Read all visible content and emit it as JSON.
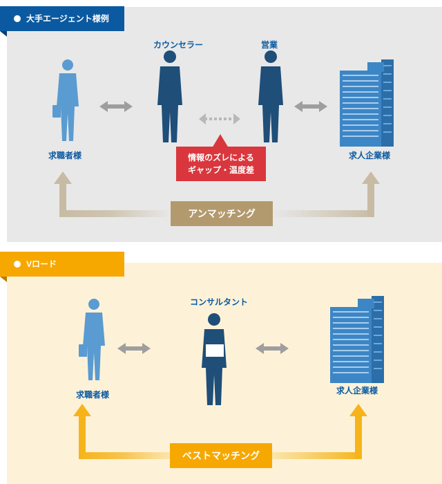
{
  "top": {
    "tab_label": "大手エージェント様例",
    "labels": {
      "counselor": "カウンセラー",
      "sales": "営業",
      "job_seeker": "求職者様",
      "company": "求人企業様"
    },
    "callout": {
      "line1": "情報のズレによる",
      "line2": "ギャップ・温度差"
    },
    "result": "アンマッチング"
  },
  "bottom": {
    "tab_label": "Vロード",
    "labels": {
      "consultant": "コンサルタント",
      "job_seeker": "求職者様",
      "company": "求人企業様"
    },
    "result": "ベストマッチング"
  },
  "colors": {
    "brand_blue": "#0b5aa1",
    "accent_orange": "#f6a800",
    "callout_red": "#d9373d",
    "mismatch_tan": "#b39a6e",
    "figure_dark": "#1f4e79",
    "figure_light": "#5a9bd1"
  }
}
